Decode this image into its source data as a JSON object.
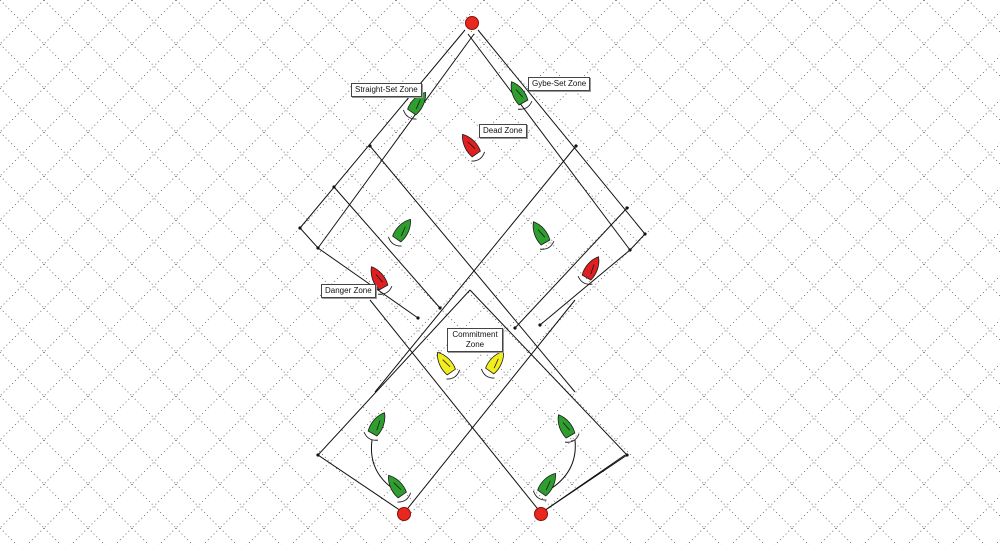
{
  "colors": {
    "background": "#ffffff",
    "grid_dots": "#555555",
    "lines": "#111111",
    "mark": "#e8281e",
    "boat_green": "#2e9e2e",
    "boat_red": "#e02020",
    "boat_yellow": "#f2ee1e"
  },
  "labels": {
    "straight_set_zone": "Straight-Set Zone",
    "gybe_set_zone": "Gybe-Set Zone",
    "dead_zone": "Dead Zone",
    "danger_zone": "Danger Zone",
    "commitment_zone_line1": "Commitment",
    "commitment_zone_line2": "Zone"
  },
  "marks": [
    {
      "name": "windward-mark",
      "icon": "red-circle-buoy"
    },
    {
      "name": "leeward-mark-left",
      "icon": "red-circle-buoy"
    },
    {
      "name": "leeward-mark-right",
      "icon": "red-circle-buoy"
    }
  ],
  "boats": [
    {
      "name": "boat-straight-set",
      "color": "green"
    },
    {
      "name": "boat-gybe-set",
      "color": "green"
    },
    {
      "name": "boat-dead-zone",
      "color": "red"
    },
    {
      "name": "boat-left-mid",
      "color": "green"
    },
    {
      "name": "boat-right-mid",
      "color": "green"
    },
    {
      "name": "boat-danger-zone",
      "color": "red"
    },
    {
      "name": "boat-right-red",
      "color": "red"
    },
    {
      "name": "boat-commitment-left",
      "color": "yellow"
    },
    {
      "name": "boat-commitment-right",
      "color": "yellow"
    },
    {
      "name": "boat-lower-left-top",
      "color": "green"
    },
    {
      "name": "boat-lower-left-bottom",
      "color": "green"
    },
    {
      "name": "boat-lower-right-top",
      "color": "green"
    },
    {
      "name": "boat-lower-right-bottom",
      "color": "green"
    }
  ]
}
